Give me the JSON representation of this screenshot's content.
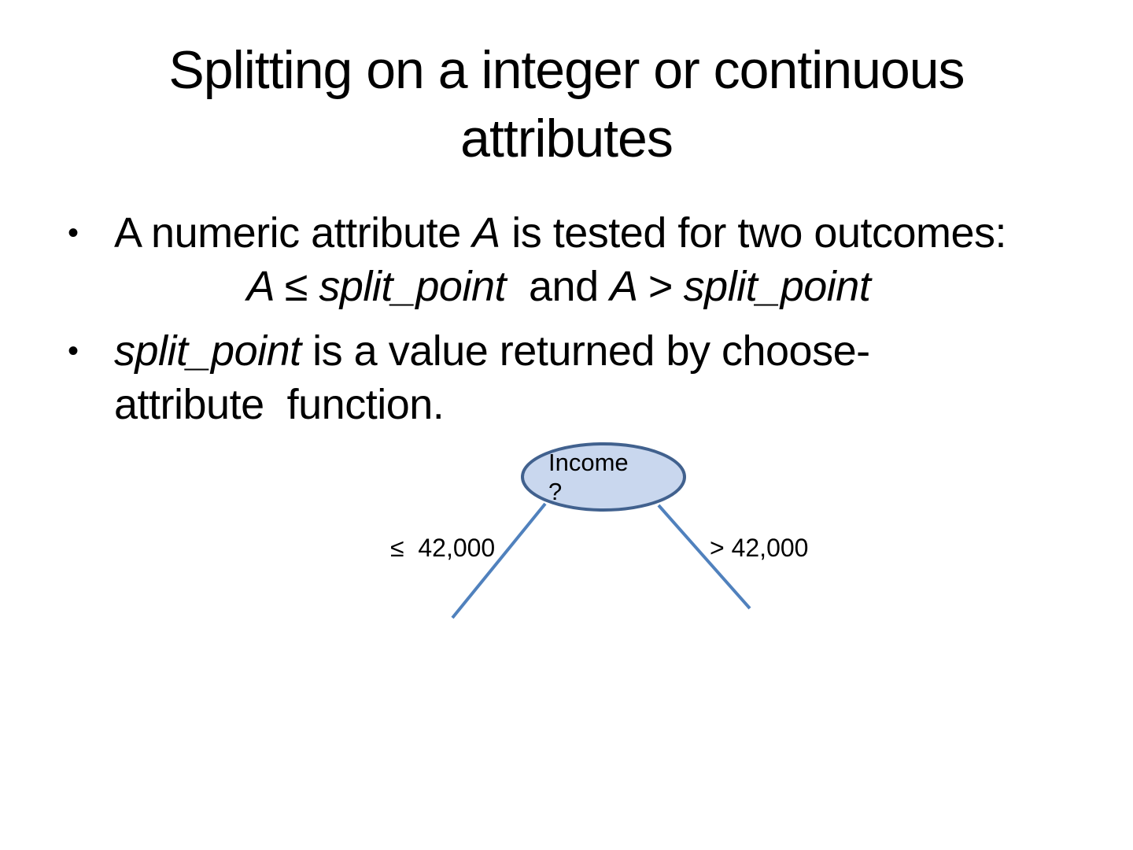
{
  "slide": {
    "title": "Splitting on a integer or continuous attributes",
    "bullet_marker": "•"
  },
  "bullets": {
    "b1": {
      "l1r1": "A numeric attribute ",
      "l1r2": "A",
      "l1r3": " is tested for two outcomes:",
      "l2r1": "A ≤ split_point",
      "l2r2": "  and ",
      "l2r3": "A > split_point"
    },
    "b2": {
      "l1r1": "split_point",
      "l1r2": " is a value returned by choose-",
      "l2r1": "attribute  function."
    }
  },
  "diagram": {
    "node_label": "Income ?",
    "left_branch_label": "≤  42,000",
    "right_branch_label": "> 42,000",
    "colors": {
      "node_fill": "#c9d7ee",
      "node_border": "#41618e",
      "branch": "#5081bd"
    }
  }
}
